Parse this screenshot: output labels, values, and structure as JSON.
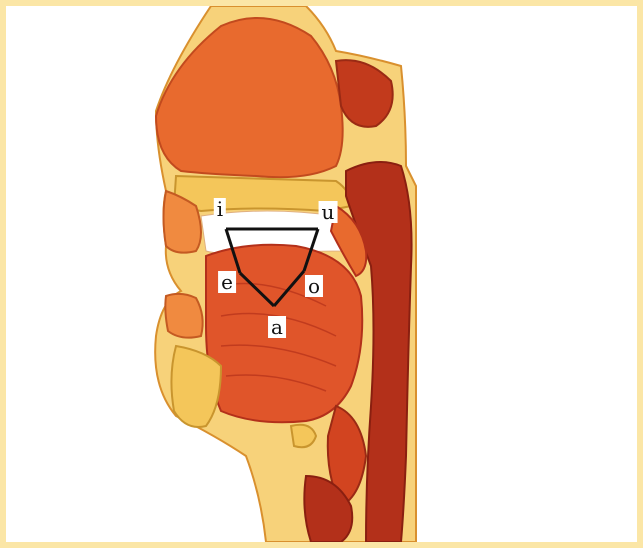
{
  "vowel_labels": {
    "i": "i",
    "u": "u",
    "e": "e",
    "o": "o",
    "a": "a"
  },
  "colors": {
    "border": "#fbe6a6",
    "tissue_dark": "#b3301a",
    "tissue_mid": "#e0552a",
    "tissue_light": "#f08a40",
    "bone": "#f4c65a",
    "skin": "#f7d27a",
    "triangle": "#111111"
  }
}
